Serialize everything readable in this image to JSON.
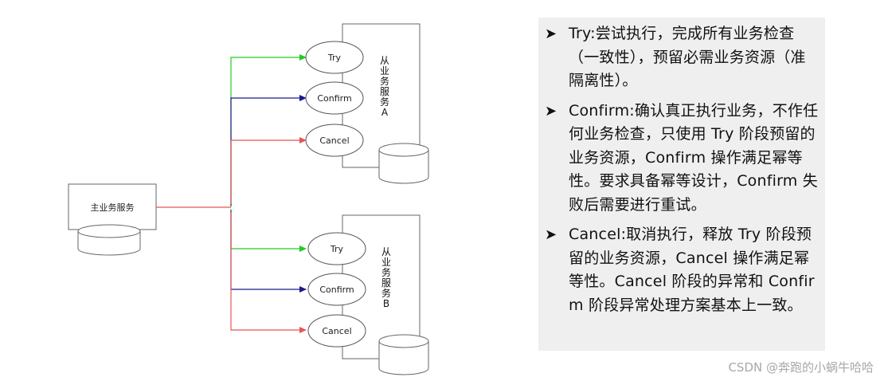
{
  "diagram": {
    "main_service": "主业务服务",
    "services": [
      {
        "label_chars": [
          "从",
          "业",
          "务",
          "服",
          "务",
          "A"
        ],
        "operations": [
          "Try",
          "Confirm",
          "Cancel"
        ]
      },
      {
        "label_chars": [
          "从",
          "业",
          "务",
          "服",
          "务",
          "B"
        ],
        "operations": [
          "Try",
          "Confirm",
          "Cancel"
        ]
      }
    ],
    "colors": {
      "try": "#22cc22",
      "confirm": "#1a1a8c",
      "cancel": "#e85555"
    }
  },
  "notes": [
    {
      "text": "Try:尝试执行，完成所有业务检查（一致性），预留必需业务资源（准隔离性）。"
    },
    {
      "text": "Confirm:确认真正执行业务，不作任何业务检查，只使用 Try 阶段预留的业务资源，Confirm 操作满足幂等性。要求具备幂等设计，Confirm 失败后需要进行重试。"
    },
    {
      "text": "Cancel:取消执行，释放 Try 阶段预留的业务资源，Cancel 操作满足幂等性。Cancel 阶段的异常和 Confirm 阶段异常处理方案基本上一致。"
    }
  ],
  "watermark": "CSDN @奔跑的小蜗牛哈哈"
}
